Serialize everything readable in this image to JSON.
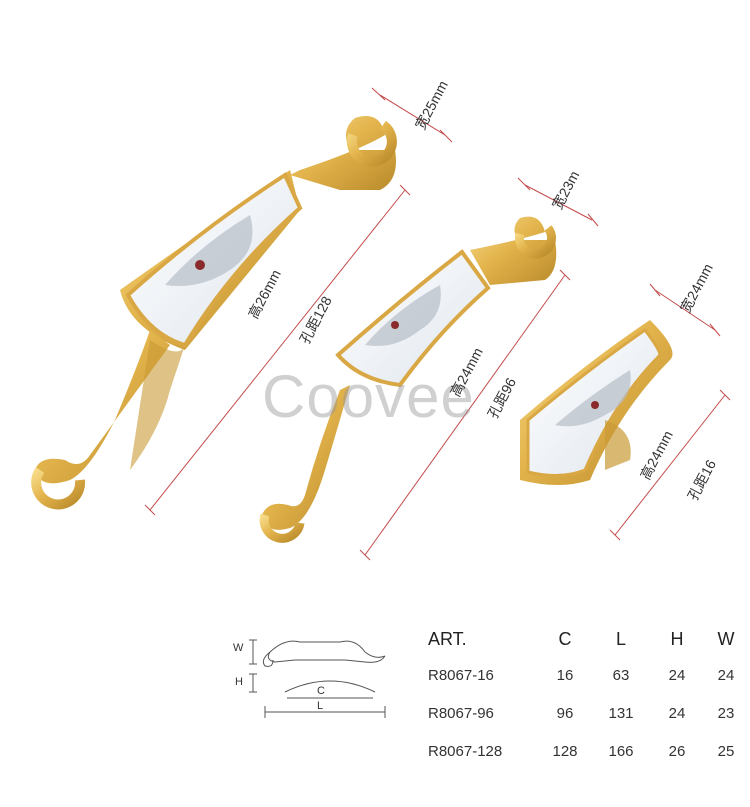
{
  "watermark": "Coovee",
  "products": {
    "large": {
      "width_label": "宽25mm",
      "height_label": "高26mm",
      "hole_label": "孔距128"
    },
    "medium": {
      "width_label": "宽23m",
      "height_label": "高24mm",
      "hole_label": "孔距96"
    },
    "small": {
      "width_label": "宽24mm",
      "height_label": "高24mm",
      "hole_label": "孔距16"
    }
  },
  "diagram": {
    "w": "W",
    "h": "H",
    "c": "C",
    "l": "L"
  },
  "spec_table": {
    "headers": [
      "ART.",
      "C",
      "L",
      "H",
      "W"
    ],
    "rows": [
      [
        "R8067-16",
        "16",
        "63",
        "24",
        "24"
      ],
      [
        "R8067-96",
        "96",
        "131",
        "24",
        "23"
      ],
      [
        "R8067-128",
        "128",
        "166",
        "26",
        "25"
      ]
    ]
  },
  "colors": {
    "gold": "#e3b44c",
    "gold_dark": "#b98a2a",
    "ceramic": "#eef2f6",
    "dim_line": "#c44a4a"
  }
}
